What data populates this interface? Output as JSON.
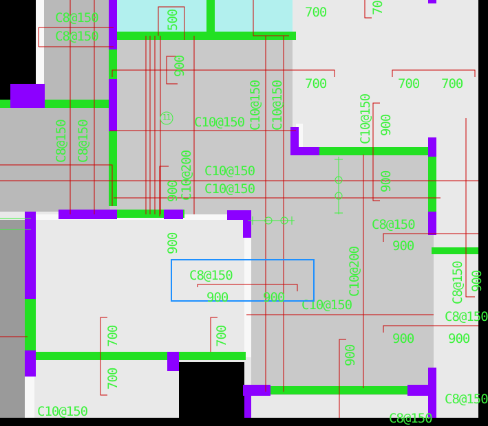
{
  "drawing": {
    "labels": [
      "C8@150",
      "C8@150",
      "700",
      "500",
      "700",
      "900",
      "700",
      "700",
      "700",
      "C10@150",
      "C10@150",
      "C10@150",
      "C10@150",
      "C8@150",
      "C8@150",
      "900",
      "C10@200",
      "C10@150",
      "C10@150",
      "900",
      "900",
      "C8@150",
      "900",
      "900",
      "C8@150",
      "900",
      "900",
      "C10@150",
      "C10@200",
      "C8@150",
      "900",
      "900",
      "700",
      "700",
      "700",
      "900",
      "C8@150",
      "C10@150",
      "C8@150",
      "900"
    ],
    "axis_bubble": "11",
    "selection": {
      "label": "C8@150",
      "dim_left": "900",
      "dim_right": "900"
    }
  },
  "colors": {
    "slab_dark": "#b9b9b9",
    "slab_mid": "#c9c9c9",
    "slab_light": "#e9e9e9",
    "wall_green": "#22e022",
    "column_purple": "#8c00ff",
    "annotation_green": "#3cf23c",
    "rebar_red": "#cc0000",
    "selection_blue": "#1e90ff",
    "cyan_fill": "#b2f0ee"
  }
}
